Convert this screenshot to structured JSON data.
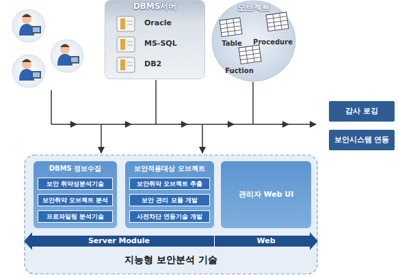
{
  "diagram": {
    "nodes": [
      {
        "text": [
          "DBMS서버",
          "Oracle",
          "MS-SQL",
          "DB2"
        ]
      },
      {
        "text": [
          "오브젝트",
          "Table",
          "Procedure",
          "Fuction"
        ]
      },
      {
        "text": [
          "감사 로깅"
        ]
      },
      {
        "text": [
          "보안시스템 연동"
        ]
      },
      {
        "text": [
          "지능형 보안분석 기술"
        ]
      },
      {
        "text": [
          "DBMS 정보수집"
        ],
        "in": 4
      },
      {
        "text": [
          "보안 취약성분석기술"
        ],
        "in": 5
      },
      {
        "text": [
          "보안취약 오브젝트 분석"
        ],
        "in": 5
      },
      {
        "text": [
          "프로파일링 분석기술"
        ],
        "in": 5
      },
      {
        "text": [
          "보안적용대상 오브젝트"
        ],
        "in": 4
      },
      {
        "text": [
          "보안취약 오브젝트 추출"
        ],
        "in": 9
      },
      {
        "text": [
          "보안 관리 모듈 개발"
        ],
        "in": 9
      },
      {
        "text": [
          "사전차단 연동기술 개발"
        ],
        "in": 9
      },
      {
        "text": [
          "관리자 Web UI"
        ],
        "in": 4
      },
      {
        "text": [
          "Server Module"
        ],
        "in": 4
      },
      {
        "text": [
          "Web"
        ],
        "in": 4
      }
    ]
  }
}
